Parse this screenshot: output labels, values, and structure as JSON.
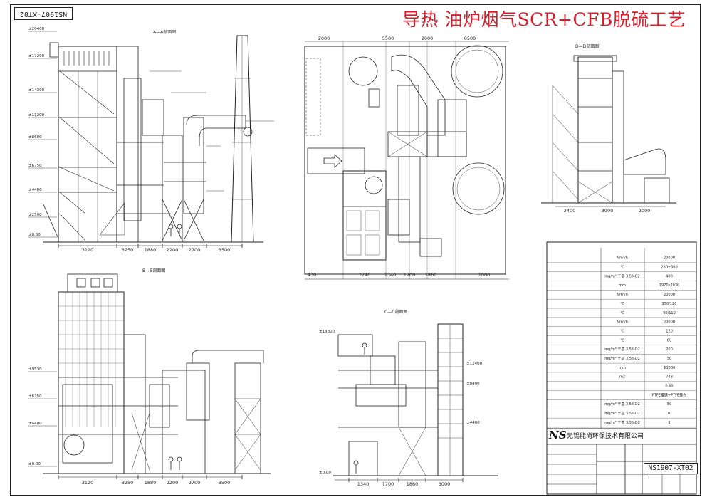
{
  "title": "导热 油炉烟气SCR+CFB脱硫工艺",
  "drawing_number": "NS1907-XT02",
  "company": "无锡能尚环保技术有限公司",
  "logo_text": "NS",
  "colors": {
    "title": "#d3202c",
    "lines": "#222222"
  },
  "elevations_left": [
    "±20400",
    "±17200",
    "±14300",
    "±11200",
    "±8600",
    "±6750",
    "±4400",
    "±2500",
    "±0.00"
  ],
  "dims_top_left": [
    "3120",
    "3250",
    "1880",
    "2200",
    "2700",
    "3500"
  ],
  "dims_bottom_left": [
    "3120",
    "3250",
    "1880",
    "2200",
    "2700",
    "3500"
  ],
  "dims_plan_top": [
    "2000",
    "5500",
    "2000",
    "6500"
  ],
  "dims_plan_bottom": [
    "430",
    "3740",
    "1340",
    "1700",
    "1860",
    "1000"
  ],
  "dims_right": [
    "2400",
    "3900",
    "2000"
  ],
  "dims_section_c": [
    "1340",
    "1700",
    "1860",
    "3000"
  ],
  "elevations_section_c": [
    "±13800",
    "±12400",
    "±8400",
    "±4400",
    "±0.00"
  ],
  "elevations_lower_left": [
    "±9530",
    "±6750",
    "±4400",
    "±0.00"
  ],
  "view_labels": {
    "a": "A—A剖面图",
    "b": "B—B剖面图",
    "c": "C—C剖面图",
    "d": "D—D剖面图"
  },
  "table_rows": [
    {
      "unit": "Nm³/h",
      "value": "20000"
    },
    {
      "unit": "℃",
      "value": "280~360"
    },
    {
      "unit": "mg/m³ 干基 3.5%O2",
      "value": "400"
    },
    {
      "unit": "mm",
      "value": "1970x2030"
    },
    {
      "unit": "Nm³/h",
      "value": "20000"
    },
    {
      "unit": "℃",
      "value": "150/120"
    },
    {
      "unit": "℃",
      "value": "90/110"
    },
    {
      "unit": "Nm³/h",
      "value": "20000"
    },
    {
      "unit": "℃",
      "value": "120"
    },
    {
      "unit": "℃",
      "value": "80"
    },
    {
      "unit": "mg/m³ 干基 3.5%O2",
      "value": "200"
    },
    {
      "unit": "mg/m³ 干基 3.5%O2",
      "value": "50"
    },
    {
      "unit": "mm",
      "value": "Φ1500"
    },
    {
      "unit": "m2",
      "value": "748"
    },
    {
      "unit": "",
      "value": "0.60"
    },
    {
      "unit": "",
      "value": "PTFE覆膜+PTFE基布"
    },
    {
      "unit": "mg/m³ 干基 3.5%O2",
      "value": "50"
    },
    {
      "unit": "mg/m³ 干基 3.5%O2",
      "value": "10"
    },
    {
      "unit": "mg/m³ 干基 3.5%O2",
      "value": "5"
    }
  ]
}
